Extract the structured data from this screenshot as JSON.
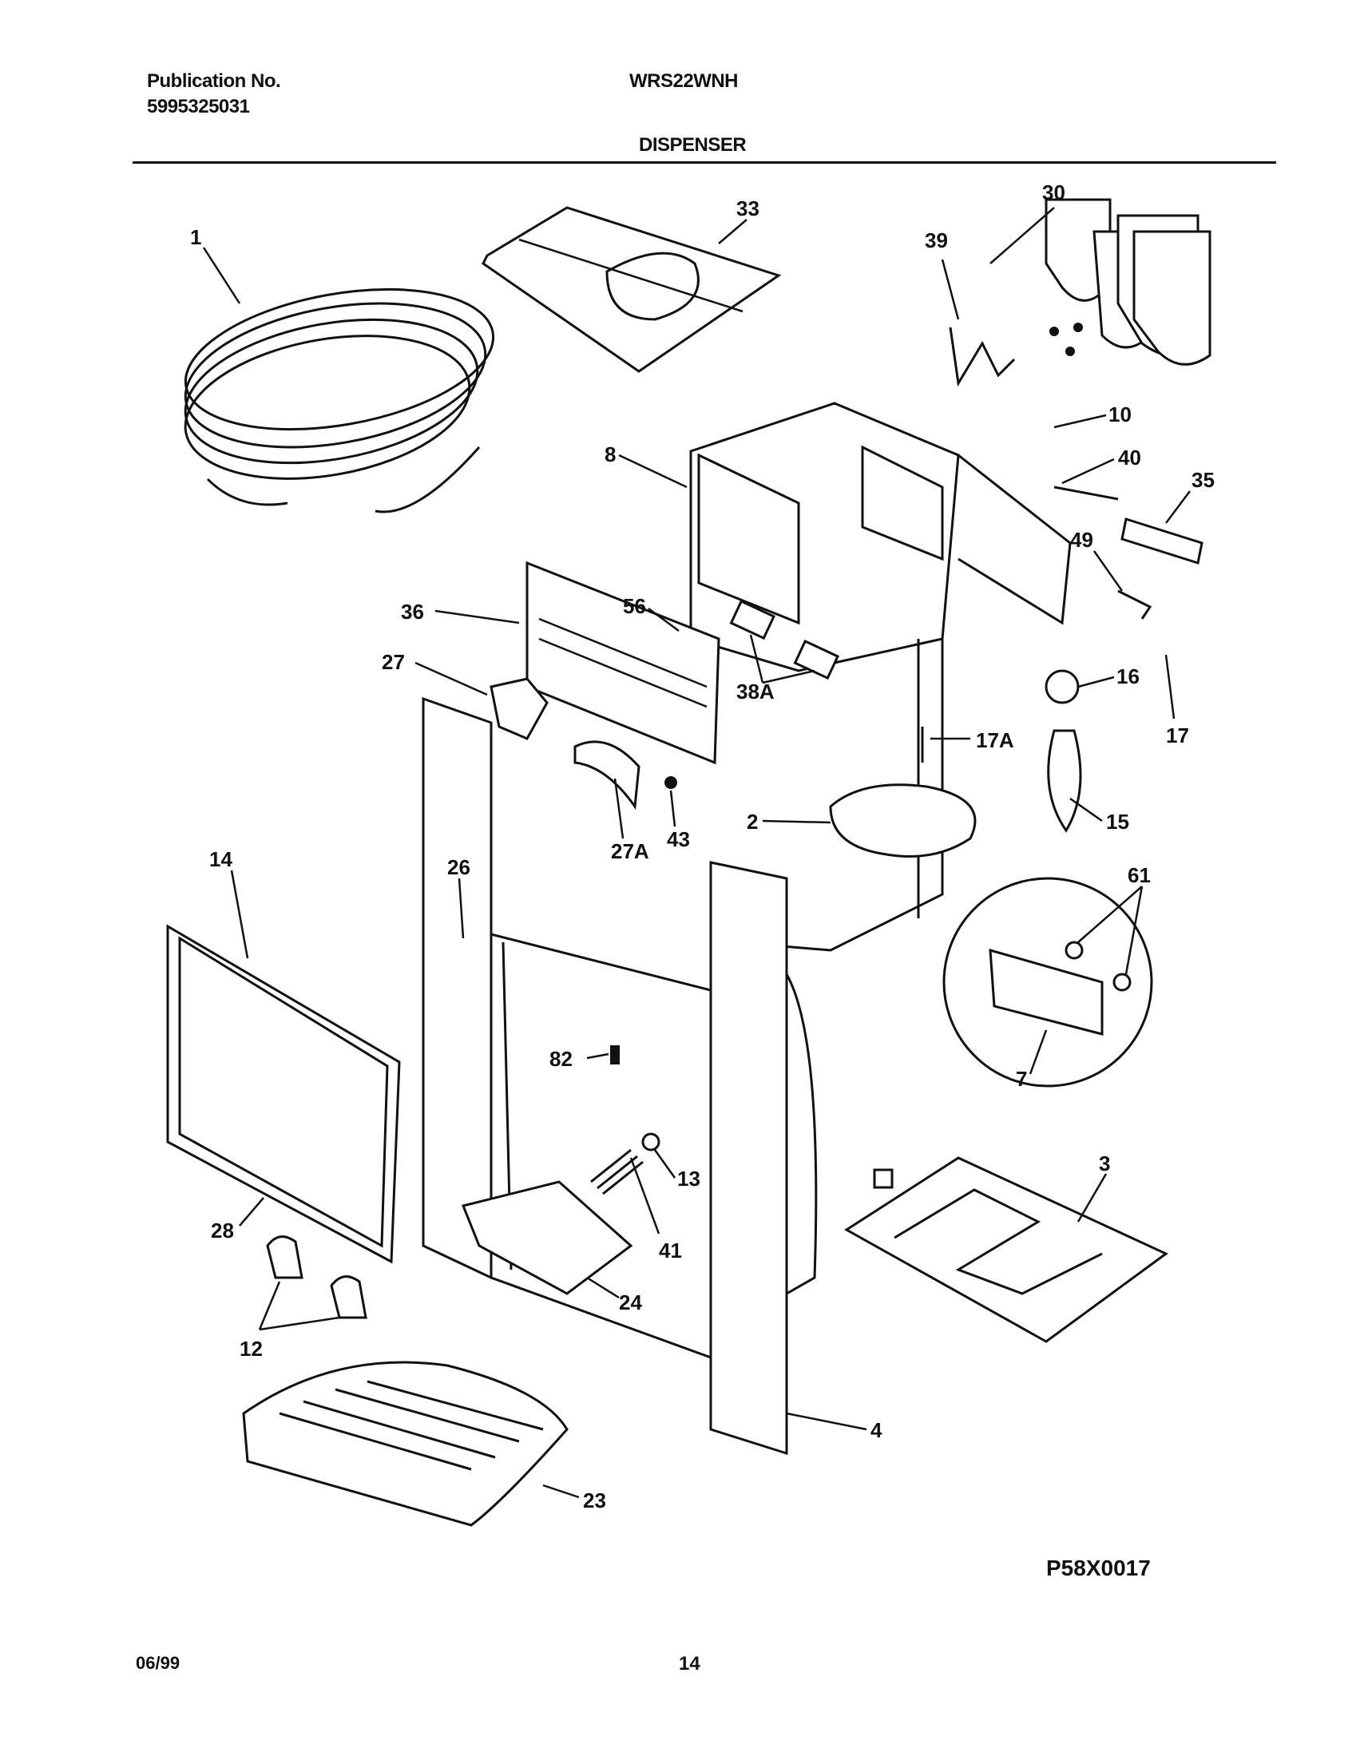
{
  "header": {
    "publication_label": "Publication No.",
    "publication_number": "5995325031",
    "model": "WRS22WNH",
    "section_title": "DISPENSER"
  },
  "callouts": [
    "1",
    "33",
    "30",
    "39",
    "10",
    "40",
    "35",
    "8",
    "49",
    "36",
    "56",
    "38A",
    "17",
    "16",
    "27",
    "17A",
    "2",
    "15",
    "43",
    "27A",
    "14",
    "26",
    "61",
    "7",
    "82",
    "13",
    "3",
    "41",
    "28",
    "24",
    "12",
    "4",
    "23"
  ],
  "figure_code": "P58X0017",
  "footer": {
    "date": "06/99",
    "page": "14"
  }
}
